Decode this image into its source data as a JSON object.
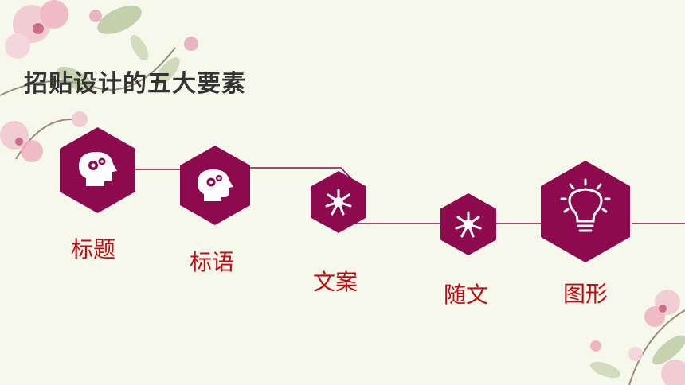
{
  "title": "招贴设计的五大要素",
  "colors": {
    "accent": "#8c0a4d",
    "label": "#c40812",
    "background": "#f6f8ec"
  },
  "elements": [
    {
      "label": "标题",
      "icon": "head-gears-icon"
    },
    {
      "label": "标语",
      "icon": "head-gears-icon"
    },
    {
      "label": "文案",
      "icon": "hands-together-icon"
    },
    {
      "label": "随文",
      "icon": "hands-together-icon"
    },
    {
      "label": "图形",
      "icon": "light-bulb-icon"
    }
  ]
}
